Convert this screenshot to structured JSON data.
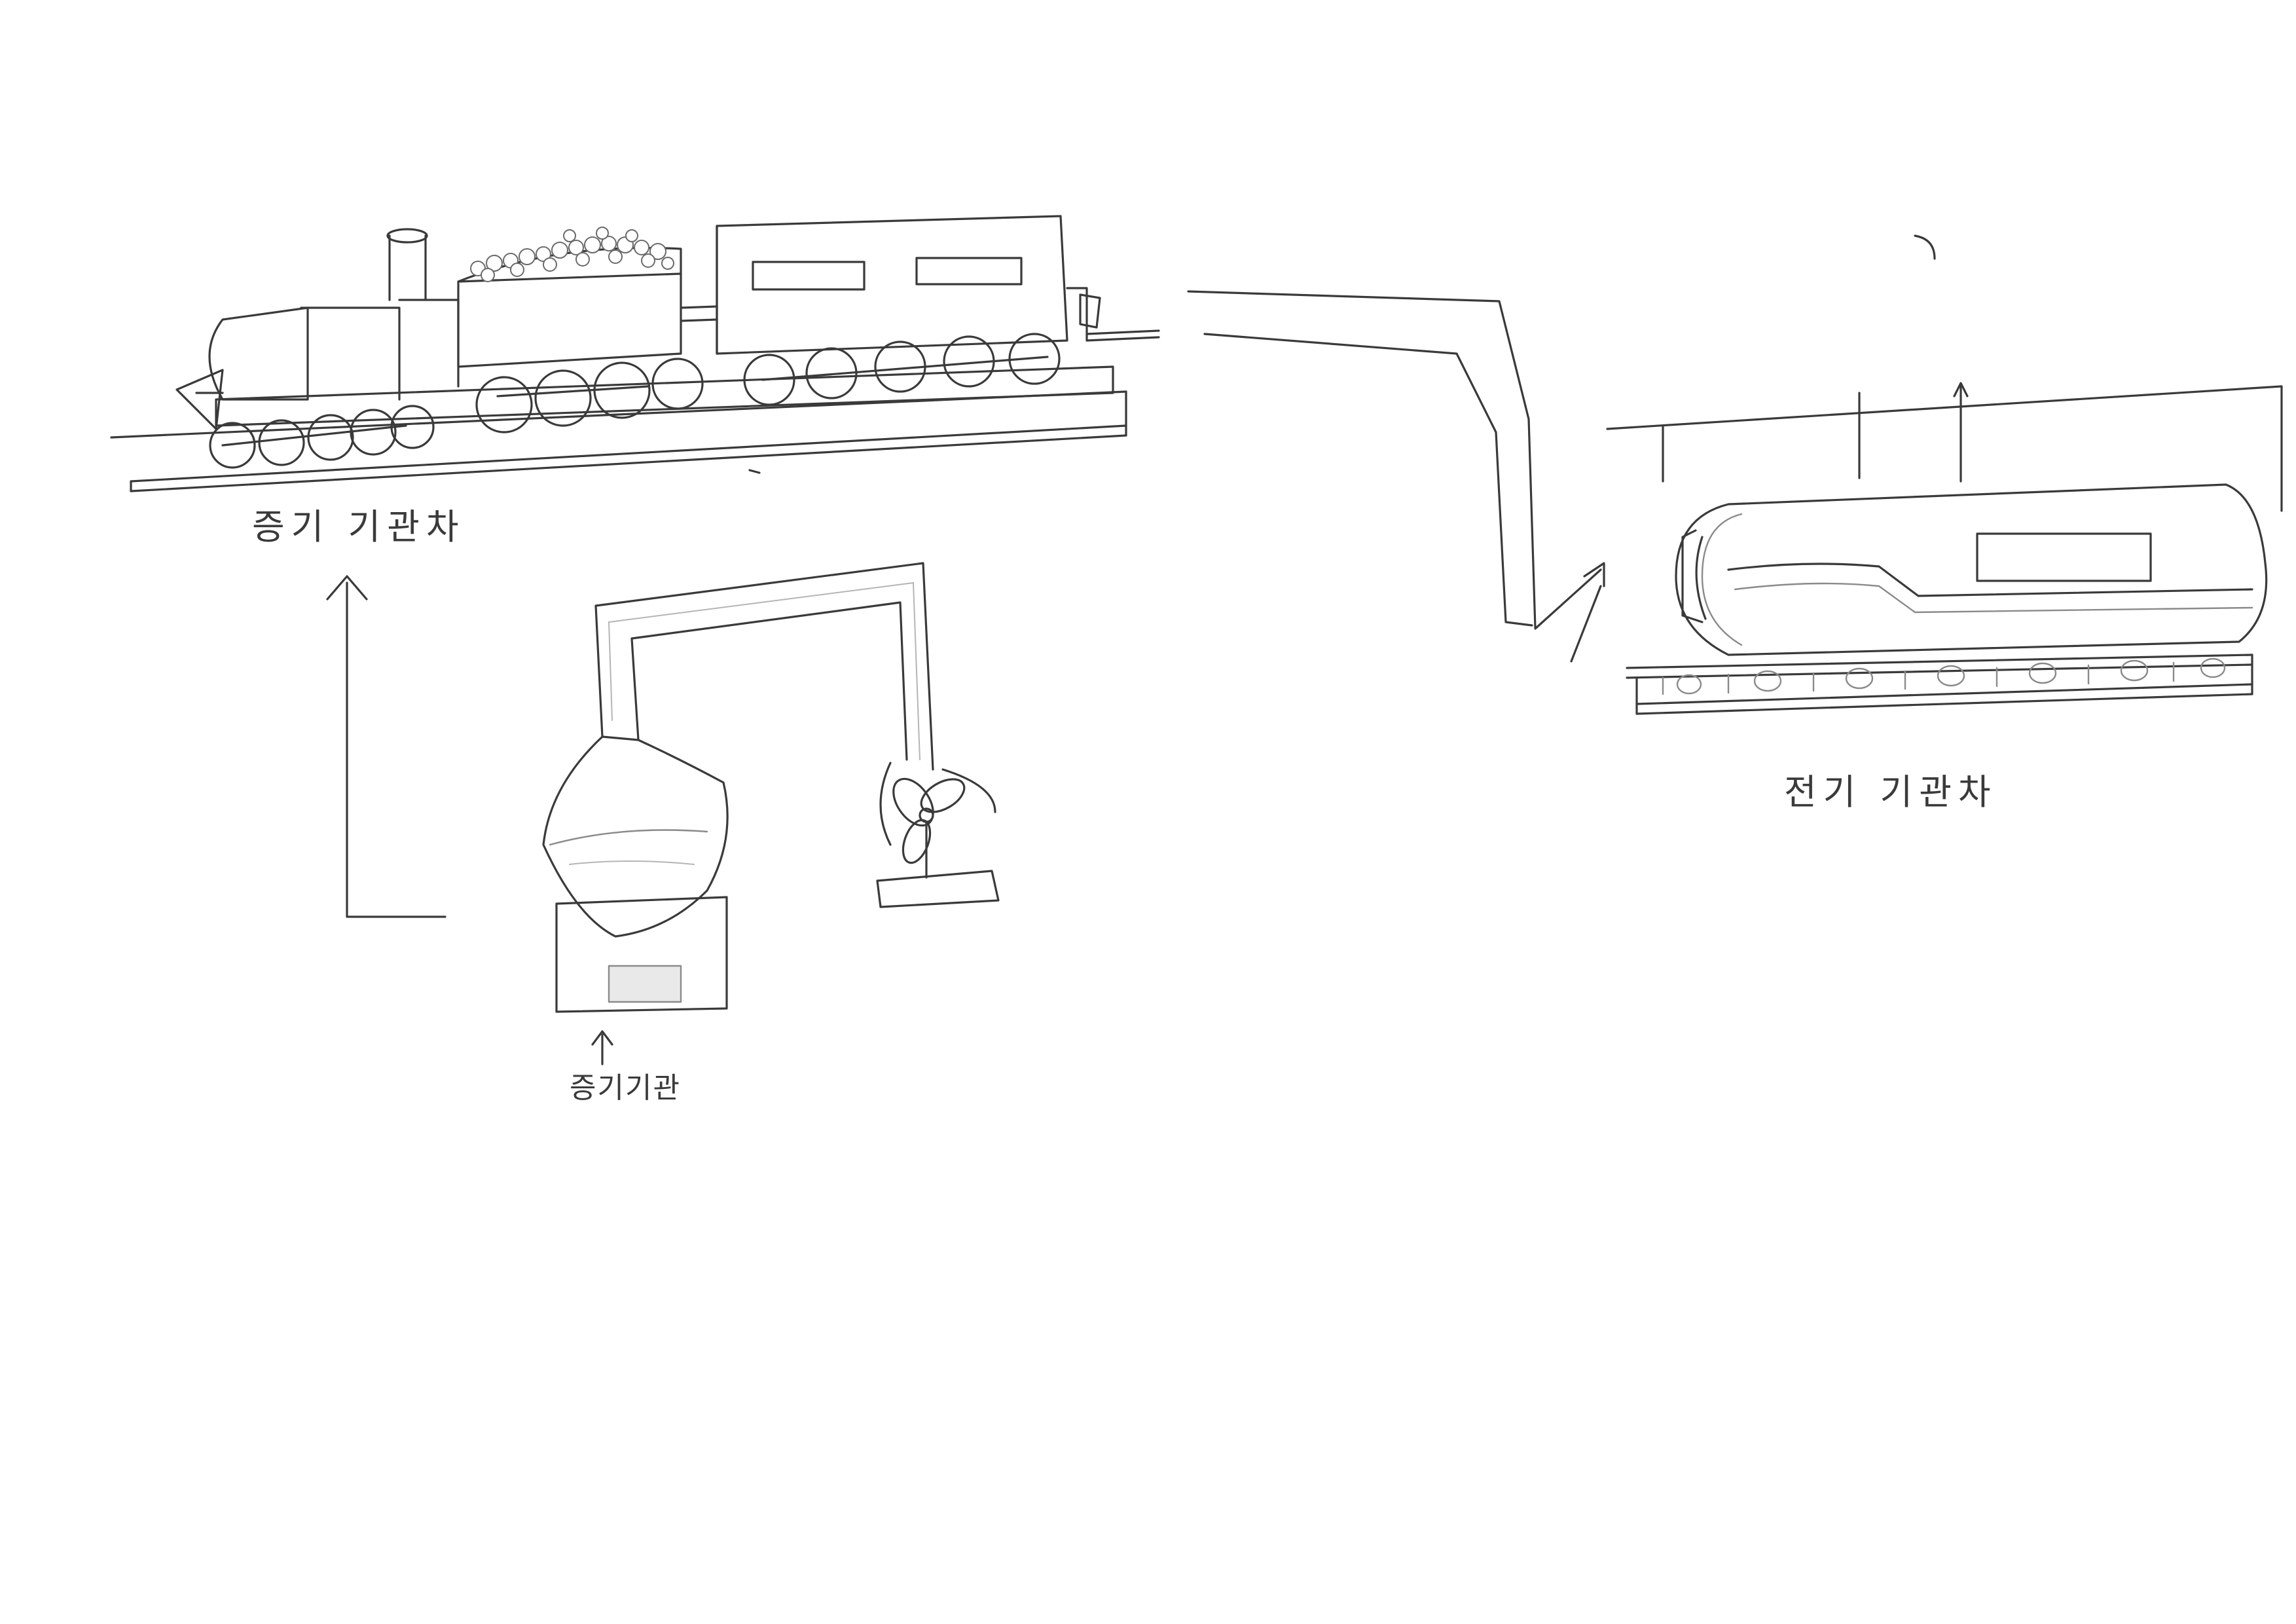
{
  "labels": {
    "steam_locomotive": "증기 기관차",
    "steam_engine": "증기기관",
    "electric_locomotive": "전기 기관차"
  },
  "colors": {
    "pencil": "#3a3a3a",
    "paper": "#ffffff"
  }
}
